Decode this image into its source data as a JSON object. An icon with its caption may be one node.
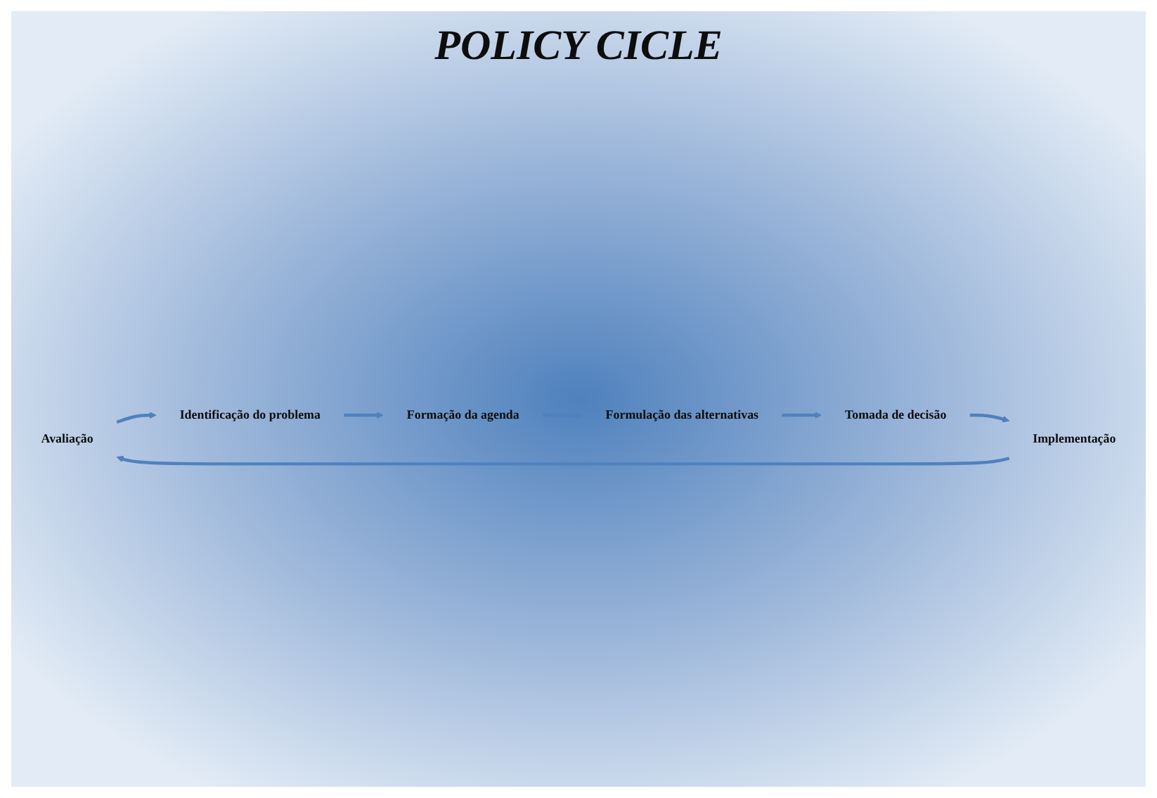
{
  "diagram": {
    "title": "POLICY CICLE",
    "nodes": [
      {
        "text": [
          "Avaliação"
        ]
      },
      {
        "text": [
          "Identificação do problema"
        ]
      },
      {
        "text": [
          "Implementação"
        ]
      },
      {
        "text": [
          "Formação da agenda"
        ]
      },
      {
        "text": [
          "Tomada de decisão"
        ]
      },
      {
        "text": [
          "Formulação das alternativas"
        ]
      }
    ],
    "edges": [
      {
        "from": 0,
        "to": 1,
        "arrow": "to"
      },
      {
        "from": 1,
        "to": 3,
        "arrow": "to"
      },
      {
        "from": 3,
        "to": 5,
        "arrow": "to"
      },
      {
        "from": 5,
        "to": 4,
        "arrow": "to"
      },
      {
        "from": 4,
        "to": 2,
        "arrow": "to"
      },
      {
        "from": 2,
        "to": 0,
        "arrow": "to"
      }
    ]
  }
}
